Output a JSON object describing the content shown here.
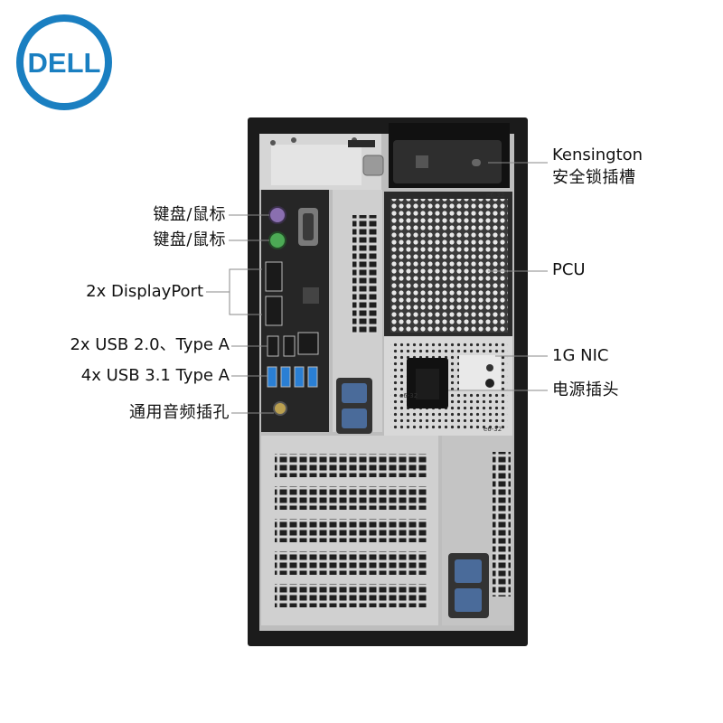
{
  "brand": {
    "logo_text": "DELL",
    "color": "#1a7fc1"
  },
  "left_labels": [
    {
      "id": "ps2-keyboard",
      "text": "键盘/鼠标"
    },
    {
      "id": "ps2-mouse",
      "text": "键盘/鼠标"
    },
    {
      "id": "displayport",
      "text": "2x DisplayPort"
    },
    {
      "id": "usb2",
      "text": "2x USB 2.0、Type A"
    },
    {
      "id": "usb31",
      "text": "4x USB 3.1 Type A"
    },
    {
      "id": "audio",
      "text": "通用音频插孔"
    }
  ],
  "right_labels": [
    {
      "id": "kensington",
      "lines": [
        "Kensington",
        "安全锁插槽"
      ]
    },
    {
      "id": "pcu",
      "text": "PCU"
    },
    {
      "id": "nic",
      "text": "1G NIC"
    },
    {
      "id": "power",
      "text": "电源插头"
    }
  ],
  "chassis_marks": {
    "psu_mark_top": "e6-32",
    "psu_mark_bottom": "e6-32",
    "slot_mark": "e6-32"
  },
  "colors": {
    "chassis": "#1a1a1a",
    "panel": "#c9c9c9",
    "io": "#2b2b2b",
    "usb3": "#2a7fd4",
    "ps2_kb": "#8a6fb0",
    "ps2_mouse": "#4caa55",
    "leader": "#888888"
  }
}
